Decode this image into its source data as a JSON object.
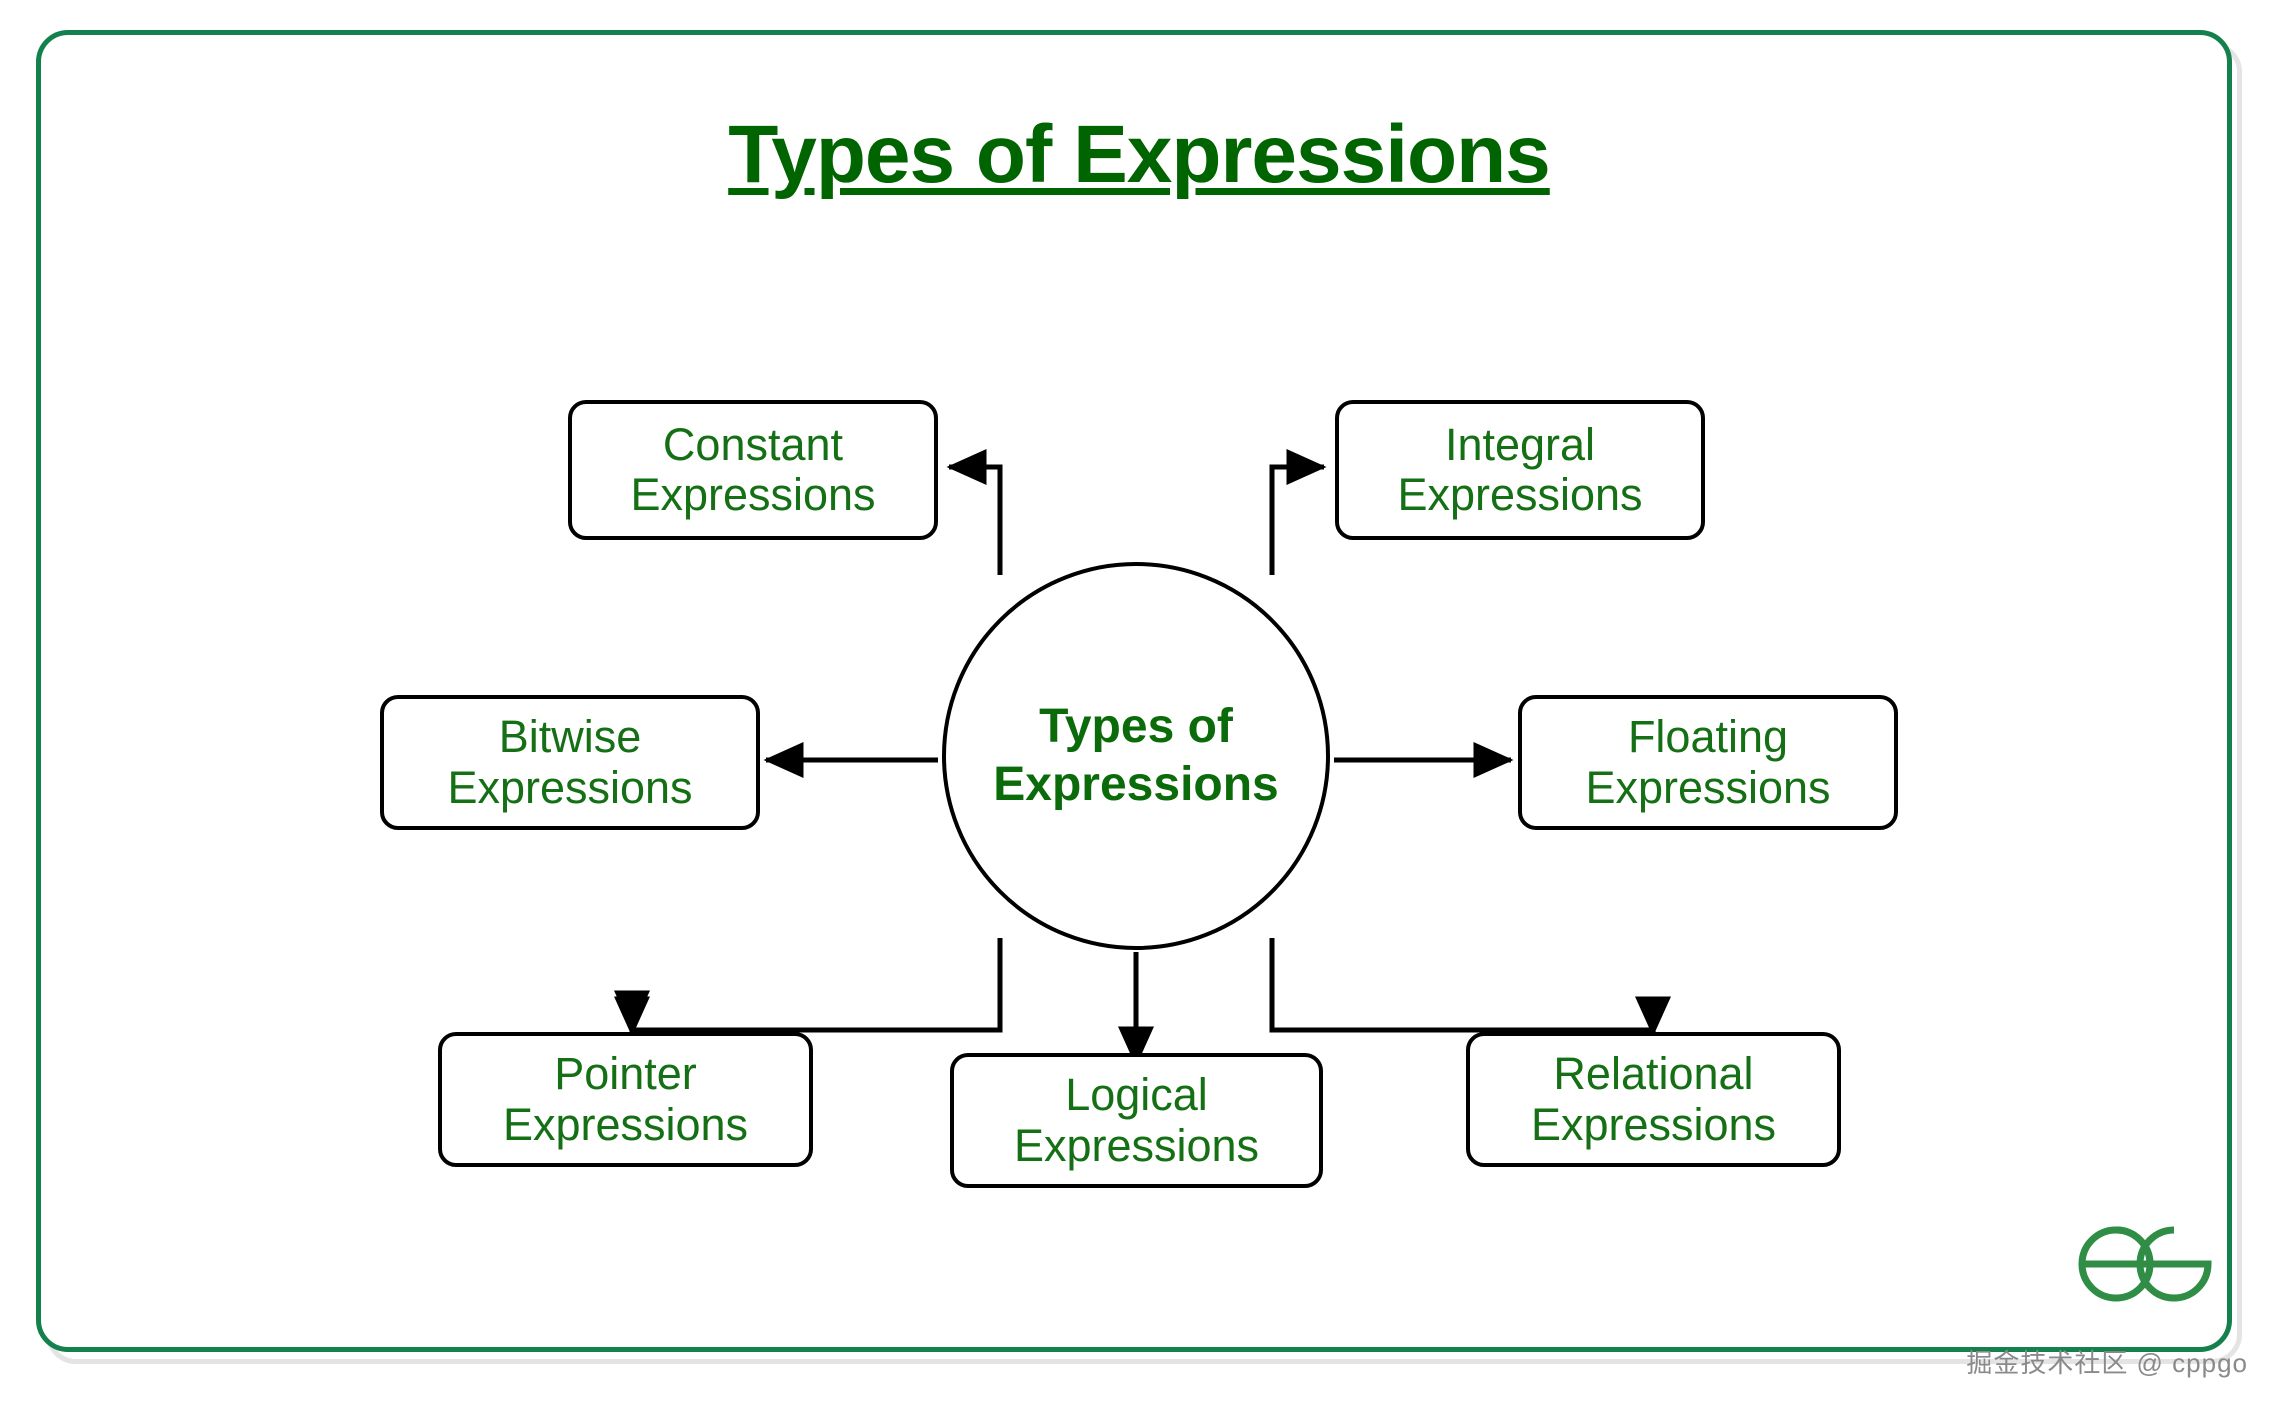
{
  "title": "Types of Expressions",
  "colors": {
    "text_green": "#157015",
    "title_green": "#006400",
    "frame_green": "#13804d",
    "line_black": "#000000",
    "watermark_gray": "#8a8a8a"
  },
  "center": {
    "label_line1": "Types of",
    "label_line2": "Expressions"
  },
  "nodes": [
    {
      "id": "constant",
      "line1": "Constant",
      "line2": "Expressions",
      "position": "top-left"
    },
    {
      "id": "integral",
      "line1": "Integral",
      "line2": "Expressions",
      "position": "top-right"
    },
    {
      "id": "bitwise",
      "line1": "Bitwise",
      "line2": "Expressions",
      "position": "left"
    },
    {
      "id": "floating",
      "line1": "Floating",
      "line2": "Expressions",
      "position": "right"
    },
    {
      "id": "pointer",
      "line1": "Pointer",
      "line2": "Expressions",
      "position": "bottom-left"
    },
    {
      "id": "logical",
      "line1": "Logical",
      "line2": "Expressions",
      "position": "bottom-center"
    },
    {
      "id": "relational",
      "line1": "Relational",
      "line2": "Expressions",
      "position": "bottom-right"
    }
  ],
  "connectors": [
    {
      "from": "center",
      "to": "constant",
      "style": "elbow-up-left"
    },
    {
      "from": "center",
      "to": "integral",
      "style": "elbow-up-right"
    },
    {
      "from": "center",
      "to": "bitwise",
      "style": "straight-left"
    },
    {
      "from": "center",
      "to": "floating",
      "style": "straight-right"
    },
    {
      "from": "center",
      "to": "pointer",
      "style": "elbow-down-left"
    },
    {
      "from": "center",
      "to": "logical",
      "style": "straight-down"
    },
    {
      "from": "center",
      "to": "relational",
      "style": "elbow-down-right"
    }
  ],
  "branding": {
    "logo_name": "geeksforgeeks-logo",
    "watermark": "掘金技术社区 @ cppgo"
  }
}
